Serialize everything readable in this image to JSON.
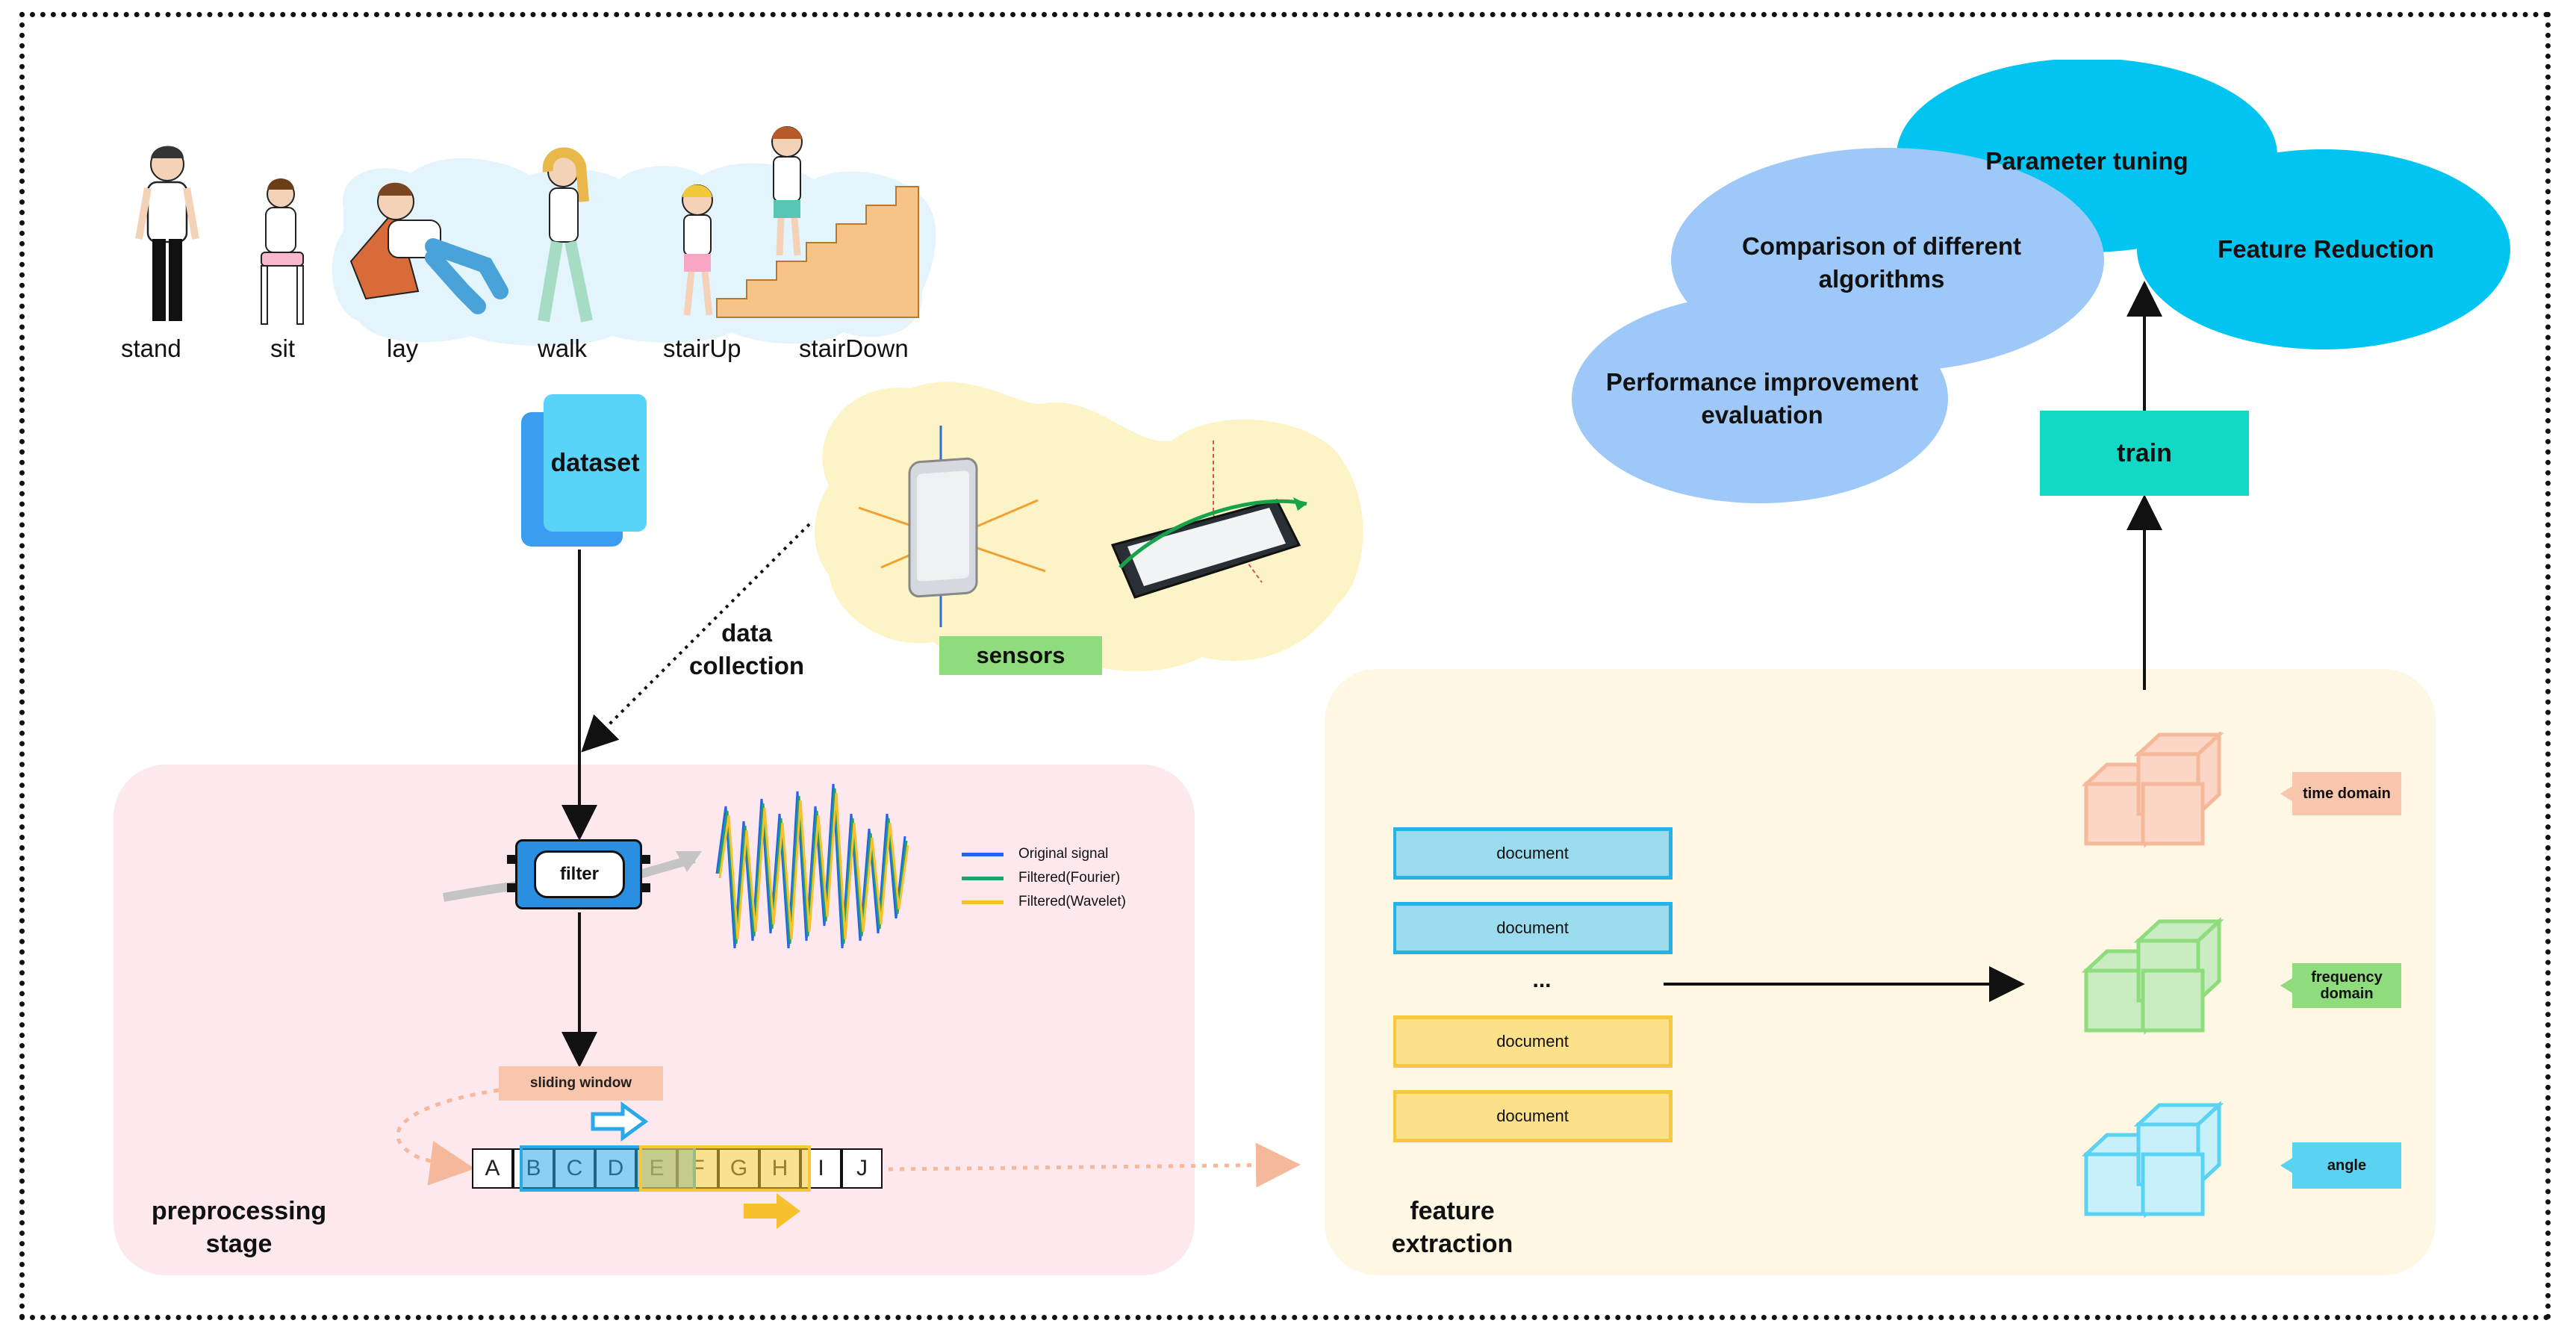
{
  "activities": [
    "stand",
    "sit",
    "lay",
    "walk",
    "stairUp",
    "stairDown"
  ],
  "dataset_label": "dataset",
  "data_collection_label": "data\ncollection",
  "sensors_label": "sensors",
  "filter_label": "filter",
  "legend": [
    {
      "label": "Original signal",
      "color": "#2563eb"
    },
    {
      "label": "Filtered(Fourier)",
      "color": "#22a06b"
    },
    {
      "label": "Filtered(Wavelet)",
      "color": "#f6c12c"
    }
  ],
  "sliding_window_label": "sliding window",
  "window_cells": [
    "A",
    "B",
    "C",
    "D",
    "E",
    "F",
    "G",
    "H",
    "I",
    "J"
  ],
  "preprocessing_label": "preprocessing\nstage",
  "feature_extraction_label": "feature\nextraction",
  "documents": [
    "document",
    "document",
    "...",
    "document",
    "document"
  ],
  "feature_tags": [
    "time domain",
    "frequency\ndomain",
    "angle"
  ],
  "train_label": "train",
  "clouds": [
    "Parameter tuning",
    "Feature Reduction",
    "Comparison of different\nalgorithms",
    "Performance improvement\nevaluation"
  ],
  "colors": {
    "preprocess_bg": "#fde8ee",
    "feature_bg": "#fdf7e3",
    "sensor_blob": "#fcf4c6",
    "dataset_front": "#5ad3f8",
    "dataset_back": "#3b9df0",
    "train": "#12d9c5",
    "cloud_cyan": "#02c4f0",
    "cloud_light": "#9dc8f8",
    "time_domain": "#f8c6ac",
    "frequency_domain": "#8fdc7d",
    "angle": "#5ad3f2"
  }
}
